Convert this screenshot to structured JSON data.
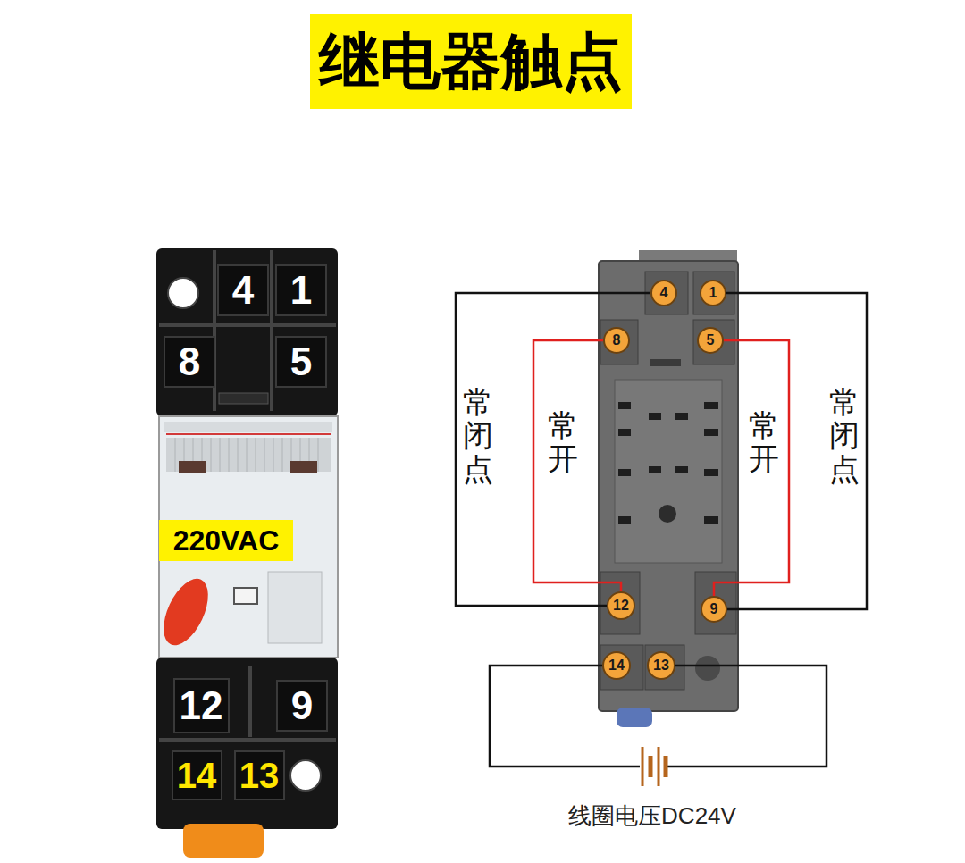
{
  "diagram": {
    "title": "继电器触点",
    "nodes": [
      {
        "text": [
          "4"
        ]
      },
      {
        "text": [
          "1"
        ]
      },
      {
        "text": [
          "8"
        ]
      },
      {
        "text": [
          "5"
        ]
      },
      {
        "text": [
          "220VAC"
        ]
      },
      {
        "text": [
          "12"
        ]
      },
      {
        "text": [
          "9"
        ]
      },
      {
        "text": [
          "14"
        ]
      },
      {
        "text": [
          "13"
        ]
      },
      {
        "text": [
          "4"
        ]
      },
      {
        "text": [
          "1"
        ]
      },
      {
        "text": [
          "8"
        ]
      },
      {
        "text": [
          "5"
        ]
      },
      {
        "text": [
          "12"
        ]
      },
      {
        "text": [
          "9"
        ]
      },
      {
        "text": [
          "14"
        ]
      },
      {
        "text": [
          "13"
        ]
      }
    ],
    "edges": [
      {
        "from": 9,
        "to": 13,
        "arrow": "none",
        "label": "常闭点"
      },
      {
        "from": 11,
        "to": 13,
        "arrow": "none",
        "label": "常开"
      },
      {
        "from": 12,
        "to": 14,
        "arrow": "none",
        "label": "常开"
      },
      {
        "from": 10,
        "to": 14,
        "arrow": "none",
        "label": "常闭点"
      },
      {
        "from": 15,
        "to": 16,
        "arrow": "none",
        "label": "线圈电压DC24V"
      }
    ]
  }
}
